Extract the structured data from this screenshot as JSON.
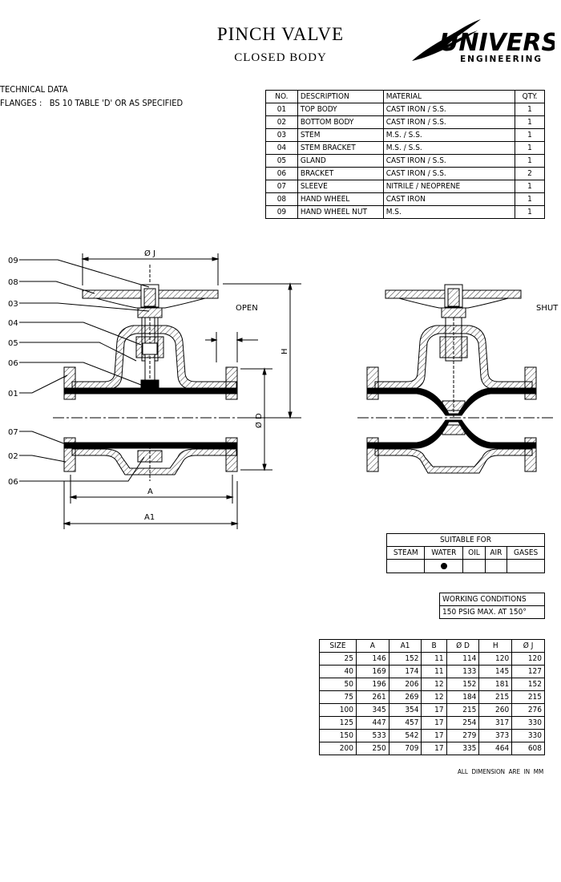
{
  "header": {
    "title": "PINCH VALVE",
    "subtitle": "CLOSED BODY",
    "logo_main": "UNIVERSAL",
    "logo_sub": "ENGINEERING"
  },
  "technical": {
    "heading": "TECHNICAL DATA",
    "flanges_label": "FLANGES :",
    "flanges_value": "BS 10 TABLE 'D' OR AS SPECIFIED"
  },
  "parts": {
    "headers": [
      "NO.",
      "DESCRIPTION",
      "MATERIAL",
      "QTY."
    ],
    "rows": [
      [
        "01",
        "TOP BODY",
        "CAST IRON / S.S.",
        "1"
      ],
      [
        "02",
        "BOTTOM BODY",
        "CAST IRON / S.S.",
        "1"
      ],
      [
        "03",
        "STEM",
        "M.S. / S.S.",
        "1"
      ],
      [
        "04",
        "STEM BRACKET",
        "M.S. / S.S.",
        "1"
      ],
      [
        "05",
        "GLAND",
        "CAST IRON / S.S.",
        "1"
      ],
      [
        "06",
        "BRACKET",
        "CAST IRON / S.S.",
        "2"
      ],
      [
        "07",
        "SLEEVE",
        "NITRILE / NEOPRENE",
        "1"
      ],
      [
        "08",
        "HAND WHEEL",
        "CAST IRON",
        "1"
      ],
      [
        "09",
        "HAND WHEEL NUT",
        "M.S.",
        "1"
      ]
    ]
  },
  "drawing": {
    "open_label": "OPEN",
    "shut_label": "SHUT",
    "callouts": [
      "09",
      "08",
      "03",
      "04",
      "05",
      "06",
      "01",
      "07",
      "02",
      "06"
    ],
    "dim_j": "Ø J",
    "dim_h": "H",
    "dim_d": "Ø D",
    "dim_a": "A",
    "dim_a1": "A1"
  },
  "suitable": {
    "title": "SUITABLE FOR",
    "headers": [
      "STEAM",
      "WATER",
      "OIL",
      "AIR",
      "GASES"
    ],
    "marked": [
      false,
      true,
      false,
      false,
      false
    ]
  },
  "working": {
    "title": "WORKING CONDITIONS",
    "value": "150  PSIG MAX. AT 150°"
  },
  "dimensions": {
    "headers": [
      "SIZE",
      "A",
      "A1",
      "B",
      "Ø D",
      "H",
      "Ø J"
    ],
    "rows": [
      [
        "25",
        "146",
        "152",
        "11",
        "114",
        "120",
        "120"
      ],
      [
        "40",
        "169",
        "174",
        "11",
        "133",
        "145",
        "127"
      ],
      [
        "50",
        "196",
        "206",
        "12",
        "152",
        "181",
        "152"
      ],
      [
        "75",
        "261",
        "269",
        "12",
        "184",
        "215",
        "215"
      ],
      [
        "100",
        "345",
        "354",
        "17",
        "215",
        "260",
        "276"
      ],
      [
        "125",
        "447",
        "457",
        "17",
        "254",
        "317",
        "330"
      ],
      [
        "150",
        "533",
        "542",
        "17",
        "279",
        "373",
        "330"
      ],
      [
        "200",
        "250",
        "709",
        "17",
        "335",
        "464",
        "608"
      ]
    ],
    "note": "ALL  DIMENSION  ARE  IN  MM"
  }
}
